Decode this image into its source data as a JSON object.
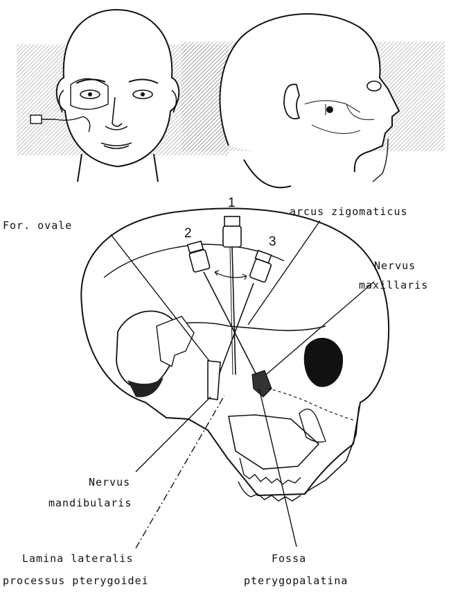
{
  "labels": {
    "for_ovale": "For. ovale",
    "arcus_zigomaticus": "arcus zigomaticus",
    "nervus_maxillaris_1": "Nervus",
    "nervus_maxillaris_2": "maxillaris",
    "nervus_mandibularis_1": "Nervus",
    "nervus_mandibularis_2": "mandibularis",
    "lamina_1": "Lamina lateralis",
    "lamina_2": "processus pterygoidei",
    "fossa_1": "Fossa",
    "fossa_2": "pterygopalatina"
  },
  "needles": {
    "n1": "1",
    "n2": "2",
    "n3": "3"
  }
}
